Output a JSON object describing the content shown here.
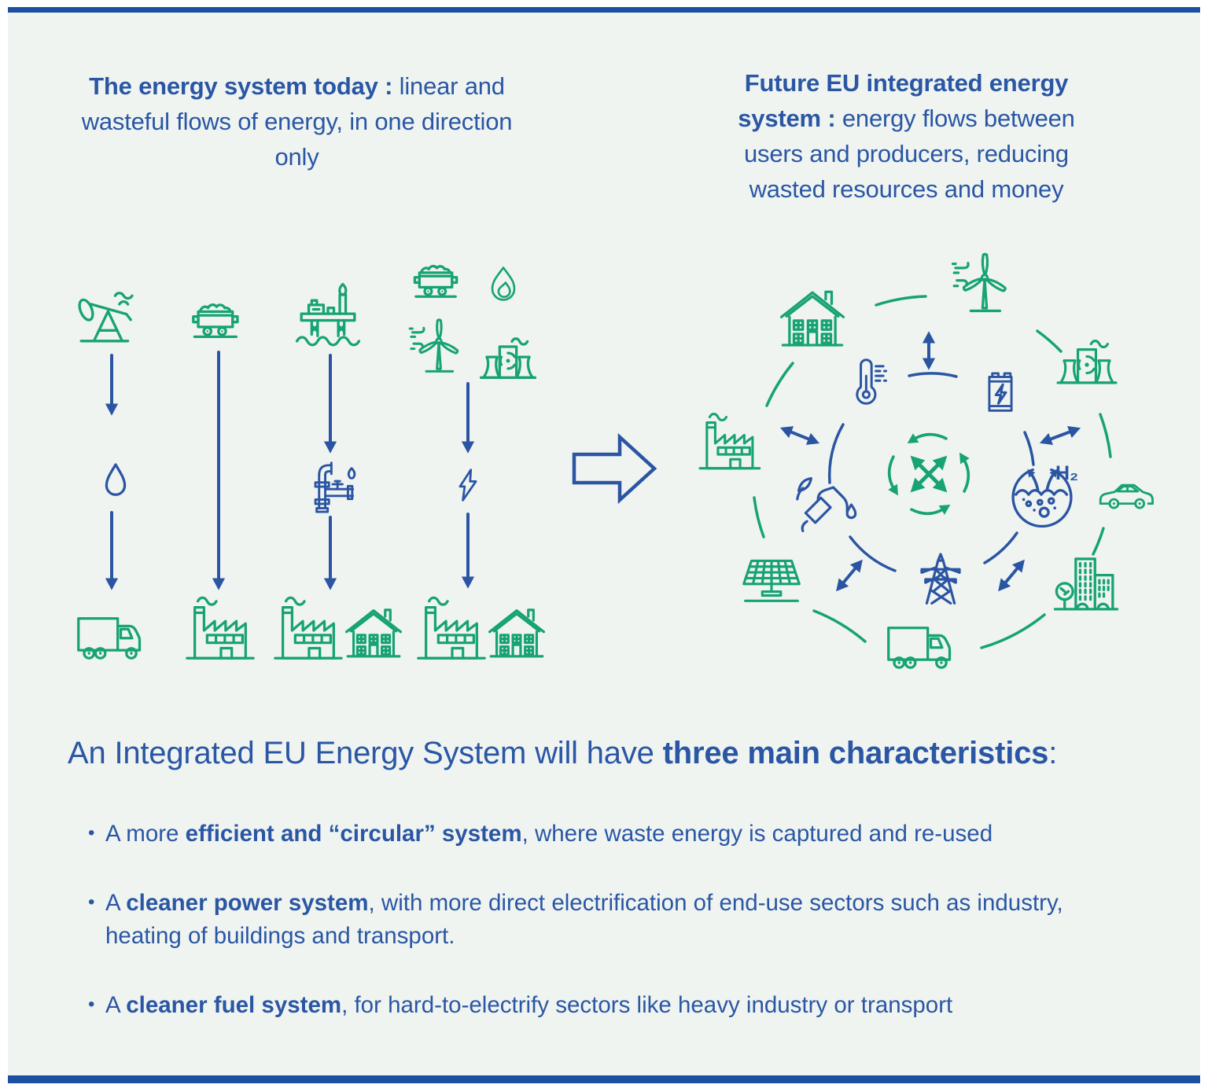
{
  "page": {
    "background": "#eff4f1",
    "bar_color": "#1d4fa0",
    "accent_blue": "#2b55a3",
    "accent_green": "#17a373"
  },
  "headers": {
    "left": {
      "bold": "The energy system today :",
      "regular": " linear and wasteful flows of energy, in one direction only"
    },
    "right": {
      "bold": "Future EU integrated energy system :",
      "regular": " energy flows between users and producers, reducing wasted resources and money"
    }
  },
  "linear_flow": {
    "columns": [
      {
        "source_icons": [
          "oil-pump"
        ],
        "carrier_icon": "oil-droplet",
        "destination_icons": [
          "truck"
        ]
      },
      {
        "source_icons": [
          "coal-cart"
        ],
        "carrier_icon": null,
        "destination_icons": [
          "factory"
        ]
      },
      {
        "source_icons": [
          "oil-rig"
        ],
        "carrier_icon": "gas-valve",
        "destination_icons": [
          "factory",
          "house"
        ]
      },
      {
        "source_icons": [
          "coal-cart",
          "gas-flame",
          "wind-turbine",
          "nuclear-plant"
        ],
        "carrier_icon": "electricity-bolt",
        "destination_icons": [
          "factory",
          "house"
        ]
      }
    ]
  },
  "integrated_system": {
    "outer_ring_icons": [
      "house",
      "wind-turbine",
      "nuclear-plant",
      "car",
      "city-buildings",
      "truck",
      "solar-panel",
      "factory"
    ],
    "inner_ring_icons": [
      "heating-thermometer",
      "battery-storage",
      "hydrogen-tank",
      "electricity-pylon",
      "biofuel-pump"
    ],
    "center_icon": "energy-exchange-arrows",
    "h2_label": "H₂"
  },
  "characteristics": {
    "title_pre": "An Integrated EU Energy System will have ",
    "title_bold": "three main characteristics",
    "title_post": ":",
    "bullets": [
      {
        "pre": "A more ",
        "bold": "efficient and “circular” system",
        "post": ", where waste energy is captured and re-used"
      },
      {
        "pre": "A ",
        "bold": "cleaner power system",
        "post": ", with more direct electrification of end-use sectors such as industry, heating of buildings and transport."
      },
      {
        "pre": "A ",
        "bold": "cleaner fuel system",
        "post": ", for hard-to-electrify sectors like heavy industry or transport"
      }
    ]
  }
}
